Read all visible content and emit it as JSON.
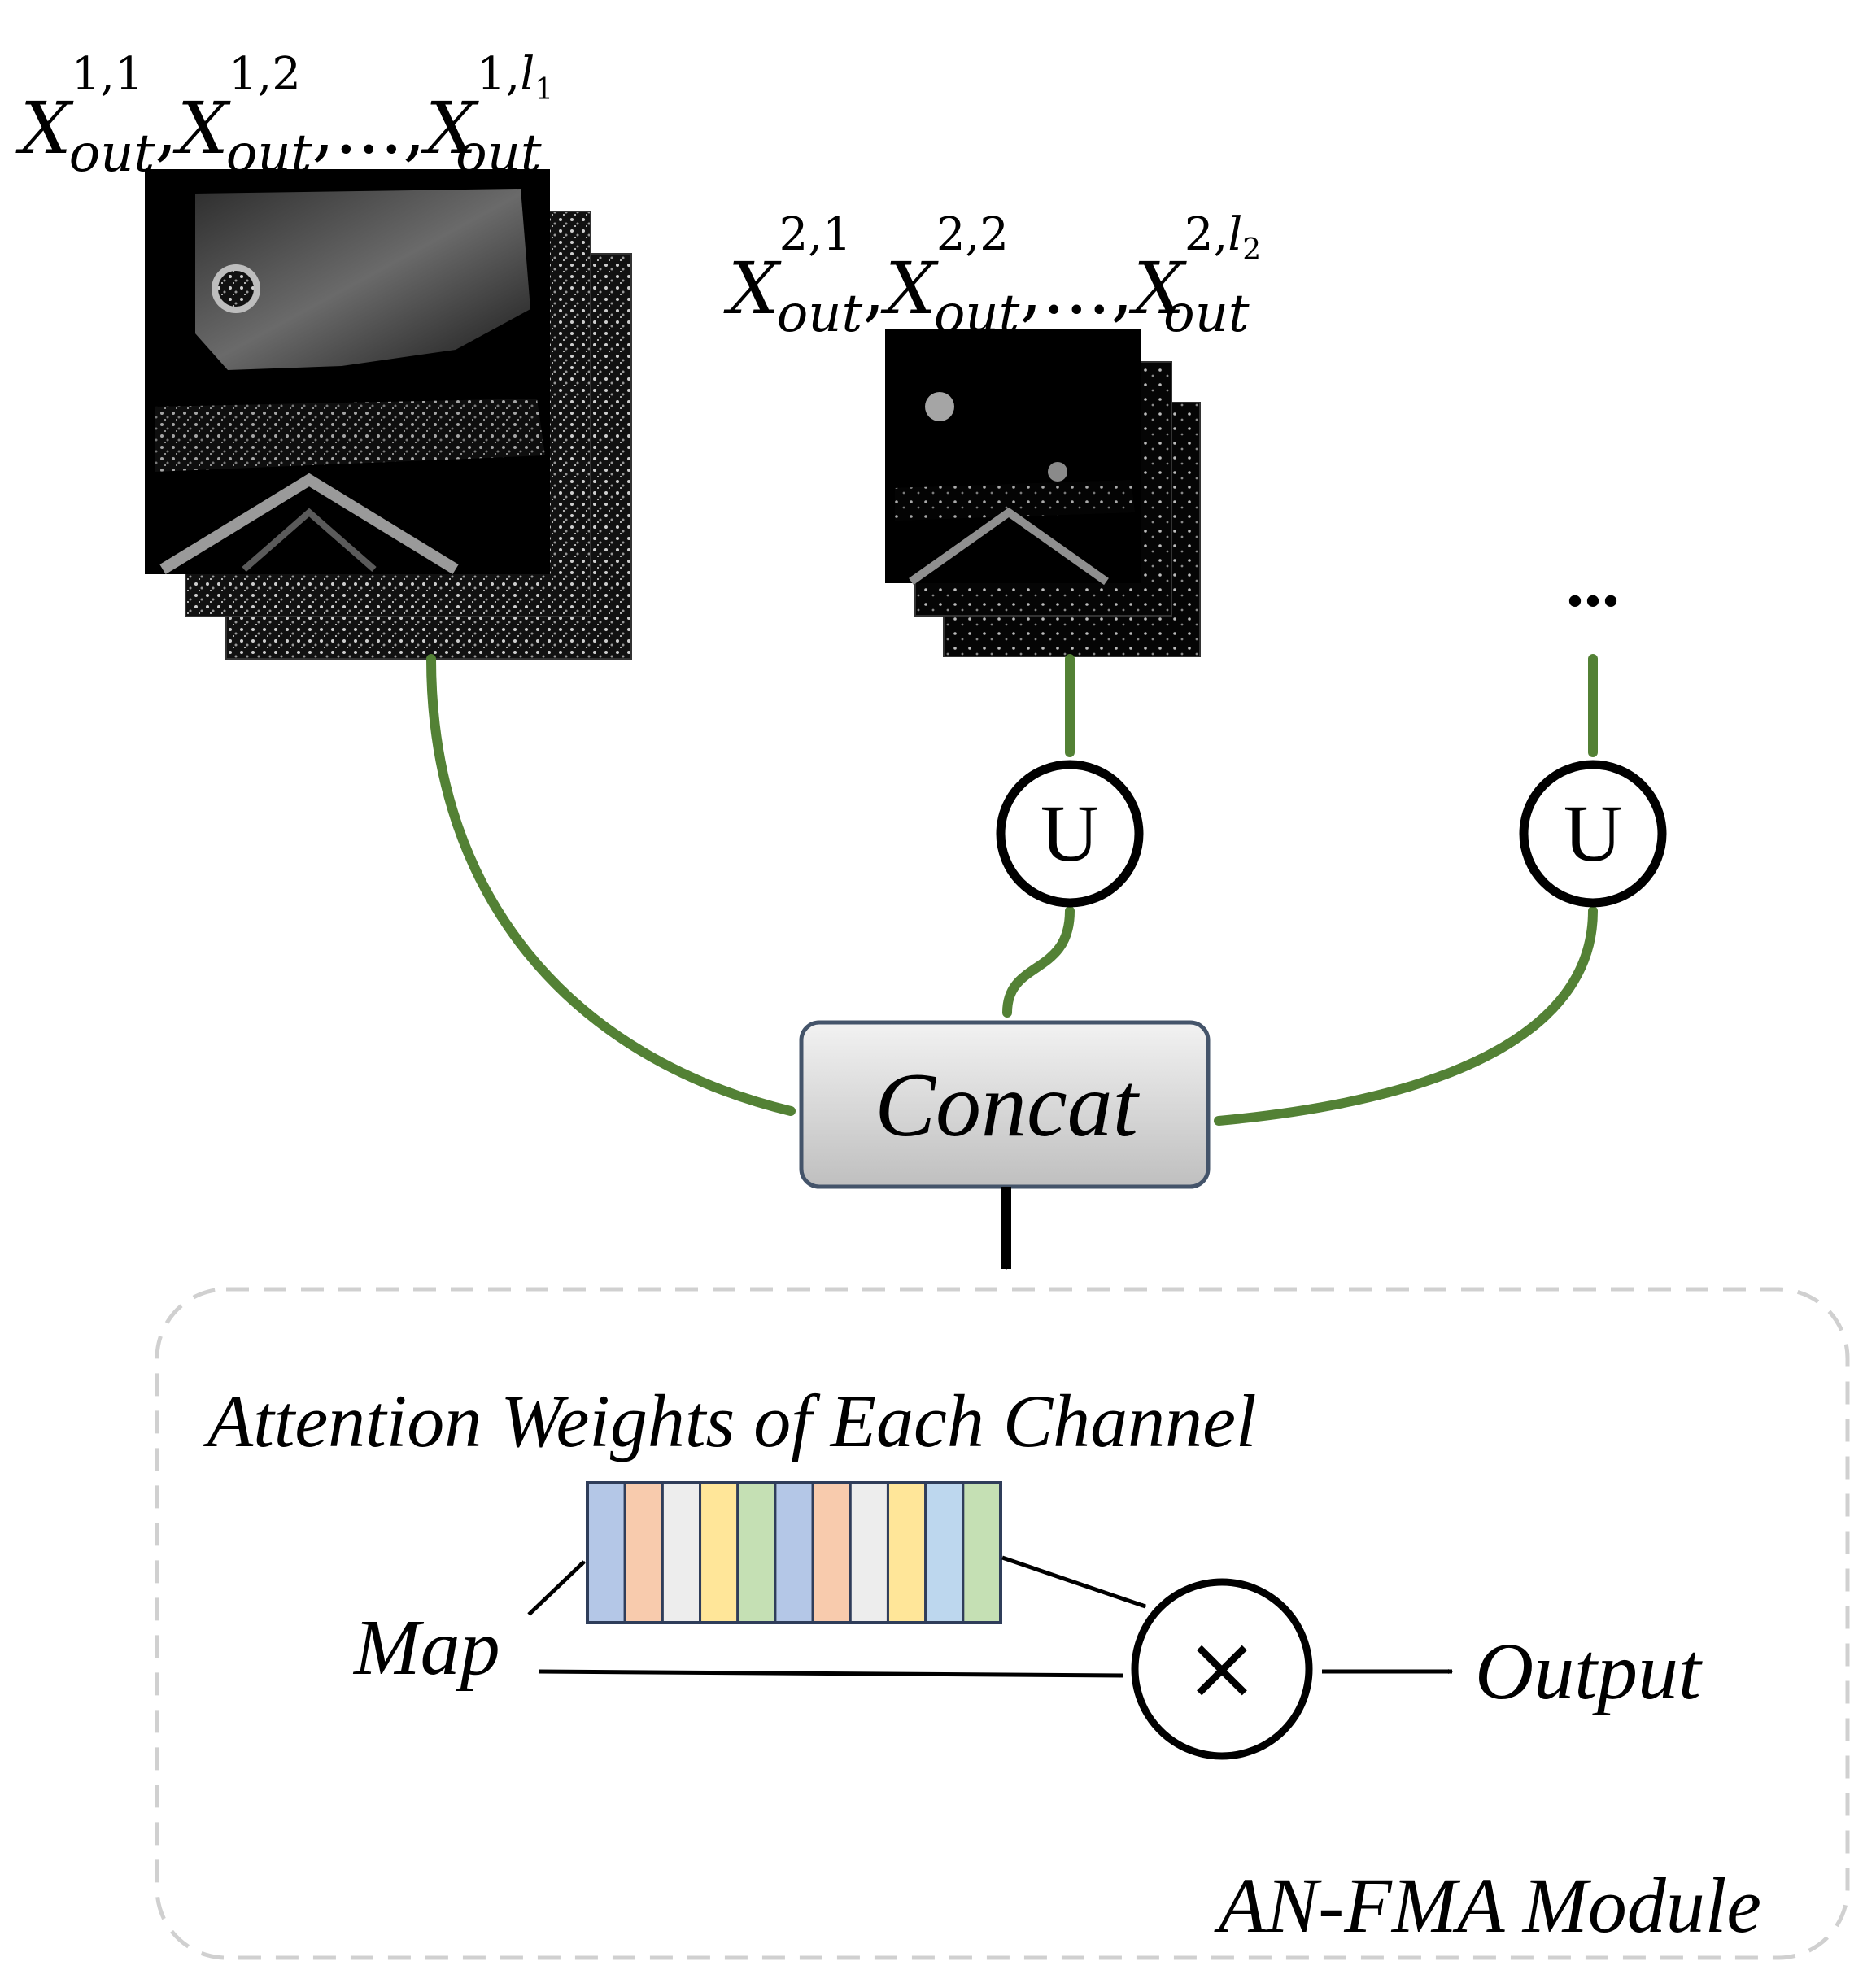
{
  "group1": {
    "label": {
      "items": [
        {
          "base": "X",
          "sup": "1,1",
          "sub": "out",
          "sep": ","
        },
        {
          "base": "X",
          "sup": "1,2",
          "sub": "out",
          "sep": ",...,"
        },
        {
          "base": "X",
          "sup_main": "1,",
          "sup_var": "l",
          "sup_idx": "1",
          "sub": "out",
          "sep": ""
        }
      ]
    }
  },
  "group2": {
    "label": {
      "items": [
        {
          "base": "X",
          "sup": "2,1",
          "sub": "out",
          "sep": ","
        },
        {
          "base": "X",
          "sup": "2,2",
          "sub": "out",
          "sep": ",...,"
        },
        {
          "base": "X",
          "sup_main": "2,",
          "sup_var": "l",
          "sup_idx": "2",
          "sub": "out",
          "sep": ""
        }
      ]
    }
  },
  "ellipsis": "...",
  "upsample_node_1": "U",
  "upsample_node_2": "U",
  "concat": "Concat",
  "module": {
    "attention_title": "Attention Weights of Each Channel",
    "map_label": "Map",
    "multiply_symbol": "×",
    "output_label": "Output",
    "module_name": "AN-FMA Module"
  },
  "colors": {
    "arrow_green": "#538135",
    "concat_fill": "#d9d9d9",
    "dashed_border": "#d0d0d0",
    "weight_bars": [
      "#b4c7e7",
      "#f8cbad",
      "#ededed",
      "#ffe699",
      "#c5e0b4",
      "#b4c7e7",
      "#f8cbad",
      "#ededed",
      "#ffe699",
      "#bdd7ee",
      "#c5e0b4"
    ]
  },
  "icons": {
    "feature_maps_1": "feature-map-stack-icon",
    "feature_maps_2": "feature-map-stack-icon",
    "upsample": "circle-u-icon",
    "multiply": "circle-times-icon"
  }
}
